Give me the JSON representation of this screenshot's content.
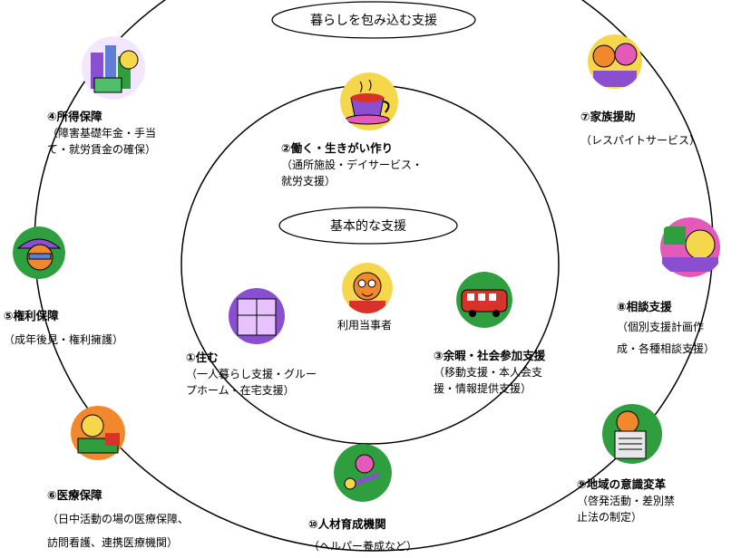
{
  "ovals": {
    "outer_top": "暮らしを包み込む支援",
    "basic": "基本的な支援"
  },
  "center": {
    "user": "利用当事者"
  },
  "items": {
    "sumu": {
      "title": "①住む",
      "line1": "（一人暮らし支援・グルー",
      "line2": "プホーム・在宅支援）"
    },
    "hataraku": {
      "title": "②働く・生きがい作り",
      "line1": "（通所施設・デイサービス・",
      "line2": "就労支援）"
    },
    "yoka": {
      "title": "③余暇・社会参加支援",
      "line1": "（移動支援・本人会支",
      "line2": "援・情報提供支援）"
    },
    "shotoku": {
      "title": "④所得保障",
      "line1": "（障害基礎年金・手当",
      "line2": "て・就労賃金の確保）"
    },
    "kenri": {
      "title": "⑤権利保障",
      "line1": "（成年後見・権利擁護）"
    },
    "iryo": {
      "title": "⑥医療保障",
      "line1": "（日中活動の場の医療保障、",
      "line2": "訪問看護、連携医療機関）"
    },
    "kazoku": {
      "title": "⑦家族援助",
      "line1": "（レスパイトサービス）"
    },
    "sodan": {
      "title": "⑧相談支援",
      "line1": "（個別支援計画作",
      "line2": "成・各種相談支援）"
    },
    "chiiki": {
      "title": "⑨地域の意識変革",
      "line1": "（啓発活動・差別禁",
      "line2": "止法の制定）"
    },
    "jinzai": {
      "title": "⑩人材育成機関",
      "line1": "（ヘルパー養成など）"
    }
  },
  "icons": {
    "sumu": "house-window-icon",
    "hataraku": "coffee-cup-icon",
    "yoka": "bus-icon",
    "user": "person-face-icon",
    "shotoku": "money-city-icon",
    "kenri": "cap-person-icon",
    "iryo": "medical-person-icon",
    "kazoku": "family-faces-icon",
    "sodan": "counselor-face-icon",
    "chiiki": "newspaper-reader-icon",
    "jinzai": "teacher-figure-icon"
  },
  "colors": {
    "line": "#000000",
    "yellow": "#f6d64a",
    "pink": "#e35ab8",
    "purple": "#8a4fd0",
    "green": "#2f9e3f",
    "orange": "#f2882c",
    "red": "#d8322a"
  }
}
